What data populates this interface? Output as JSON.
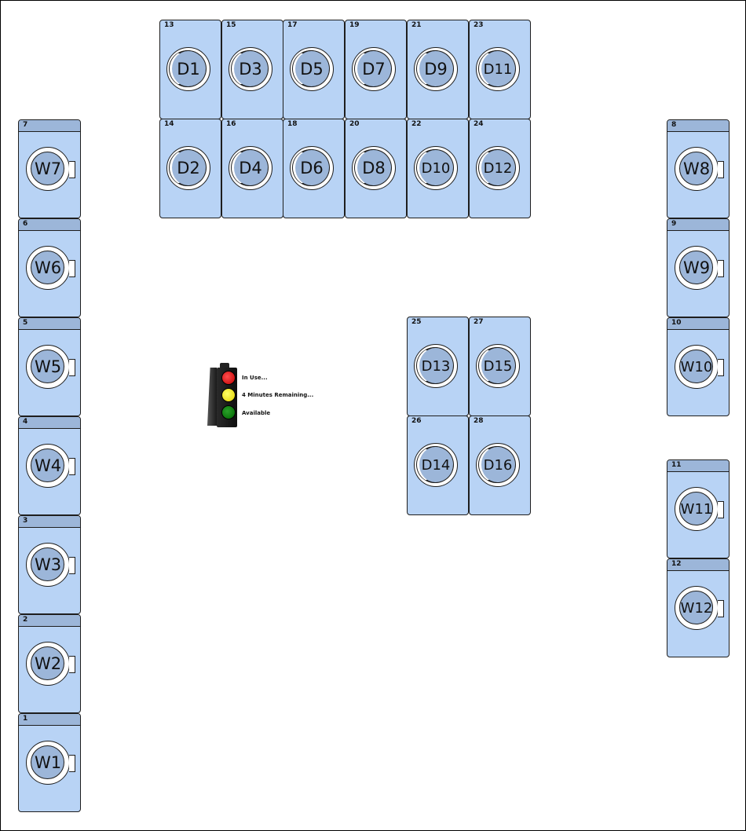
{
  "legend": {
    "in_use": "In Use...",
    "minutes_remaining": "4 Minutes Remaining...",
    "available": "Available",
    "colors": {
      "in_use": "#ff0000",
      "minutes_remaining": "#ffff00",
      "available": "#008000"
    }
  },
  "machines": [
    {
      "type": "washer",
      "label": "W7",
      "number": "7"
    },
    {
      "type": "washer",
      "label": "W6",
      "number": "6"
    },
    {
      "type": "washer",
      "label": "W5",
      "number": "5"
    },
    {
      "type": "washer",
      "label": "W4",
      "number": "4"
    },
    {
      "type": "washer",
      "label": "W3",
      "number": "3"
    },
    {
      "type": "washer",
      "label": "W2",
      "number": "2"
    },
    {
      "type": "washer",
      "label": "W1",
      "number": "1"
    },
    {
      "type": "washer",
      "label": "W8",
      "number": "8"
    },
    {
      "type": "washer",
      "label": "W9",
      "number": "9"
    },
    {
      "type": "washer",
      "label": "W10",
      "number": "10"
    },
    {
      "type": "washer",
      "label": "W11",
      "number": "11"
    },
    {
      "type": "washer",
      "label": "W12",
      "number": "12"
    },
    {
      "type": "dryer",
      "label": "D1",
      "number": "13"
    },
    {
      "type": "dryer",
      "label": "D3",
      "number": "15"
    },
    {
      "type": "dryer",
      "label": "D5",
      "number": "17"
    },
    {
      "type": "dryer",
      "label": "D7",
      "number": "19"
    },
    {
      "type": "dryer",
      "label": "D9",
      "number": "21"
    },
    {
      "type": "dryer",
      "label": "D11",
      "number": "23"
    },
    {
      "type": "dryer",
      "label": "D2",
      "number": "14"
    },
    {
      "type": "dryer",
      "label": "D4",
      "number": "16"
    },
    {
      "type": "dryer",
      "label": "D6",
      "number": "18"
    },
    {
      "type": "dryer",
      "label": "D8",
      "number": "20"
    },
    {
      "type": "dryer",
      "label": "D10",
      "number": "22"
    },
    {
      "type": "dryer",
      "label": "D12",
      "number": "24"
    },
    {
      "type": "dryer",
      "label": "D13",
      "number": "25"
    },
    {
      "type": "dryer",
      "label": "D15",
      "number": "27"
    },
    {
      "type": "dryer",
      "label": "D14",
      "number": "26"
    },
    {
      "type": "dryer",
      "label": "D16",
      "number": "28"
    }
  ]
}
